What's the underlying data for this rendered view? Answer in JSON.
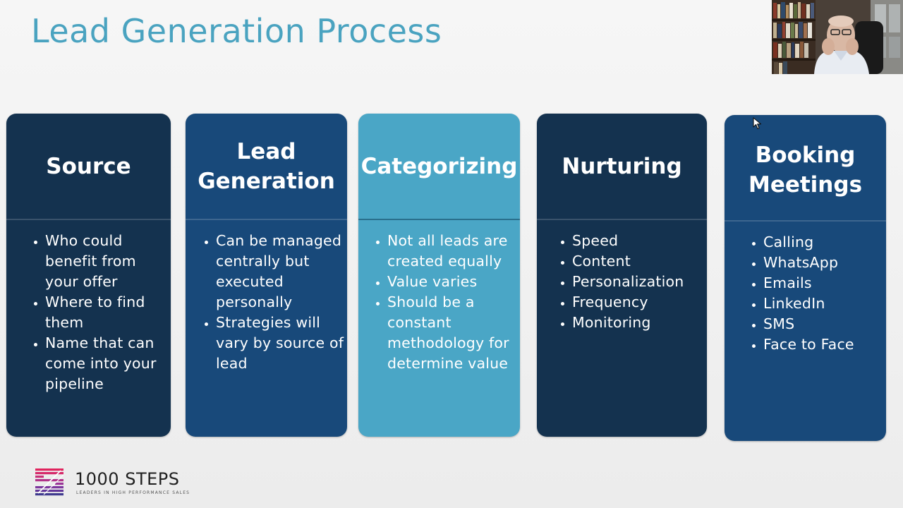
{
  "slide": {
    "title": "Lead Generation Process",
    "columns": [
      {
        "heading": "Source",
        "bullets": [
          "Who could benefit from your offer",
          "Where to find them",
          "Name that can come into your pipeline"
        ],
        "color": "#14324f"
      },
      {
        "heading": "Lead\nGeneration",
        "bullets": [
          "Can be managed centrally but executed personally",
          "Strategies will vary by source of lead"
        ],
        "color": "#18497a"
      },
      {
        "heading": "Categorizing",
        "bullets": [
          "Not all leads are created equally",
          "Value varies",
          "Should be a constant methodology for determine value"
        ],
        "color": "#4aa6c6"
      },
      {
        "heading": "Nurturing",
        "bullets": [
          "Speed",
          "Content",
          "Personalization",
          "Frequency",
          "Monitoring"
        ],
        "color": "#14324f"
      },
      {
        "heading": "Booking\nMeetings",
        "bullets": [
          "Calling",
          "WhatsApp",
          "Emails",
          "LinkedIn",
          "SMS",
          "Face to Face"
        ],
        "color": "#18497a"
      }
    ]
  },
  "logo": {
    "brand": "1000 STEPS",
    "tagline": "LEADERS IN HIGH PERFORMANCE SALES",
    "icon": "striped-s-logo-icon"
  },
  "overlay": {
    "webcam": "presenter-webcam-video",
    "cursor": "mouse-pointer-icon"
  },
  "colors": {
    "title": "#4aa3c0",
    "dark_navy": "#14324f",
    "mid_blue": "#18497a",
    "light_blue": "#4aa6c6",
    "logo_pink": "#e0245e"
  }
}
